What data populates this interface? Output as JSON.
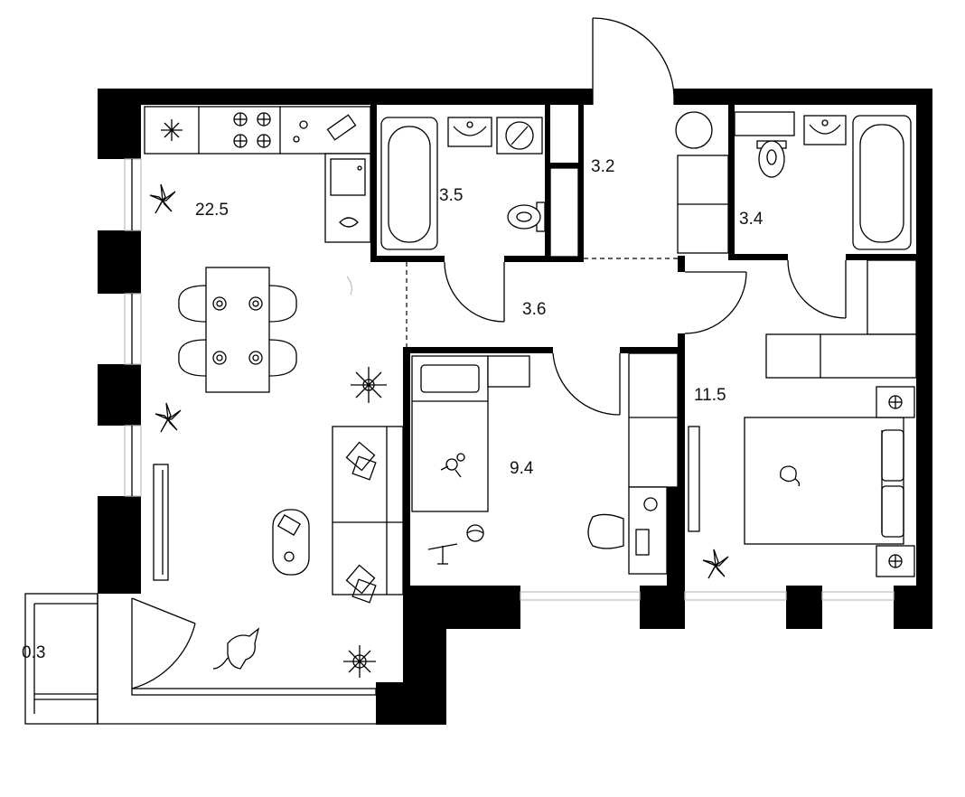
{
  "rooms": {
    "kitchen_living_area": "22.5",
    "bathroom_left_area": "3.5",
    "storage_area": "3.2",
    "bathroom_right_area": "3.4",
    "hallway_area": "3.6",
    "bedroom_area": "11.5",
    "children_room_area": "9.4",
    "balcony_area": "0.3"
  }
}
